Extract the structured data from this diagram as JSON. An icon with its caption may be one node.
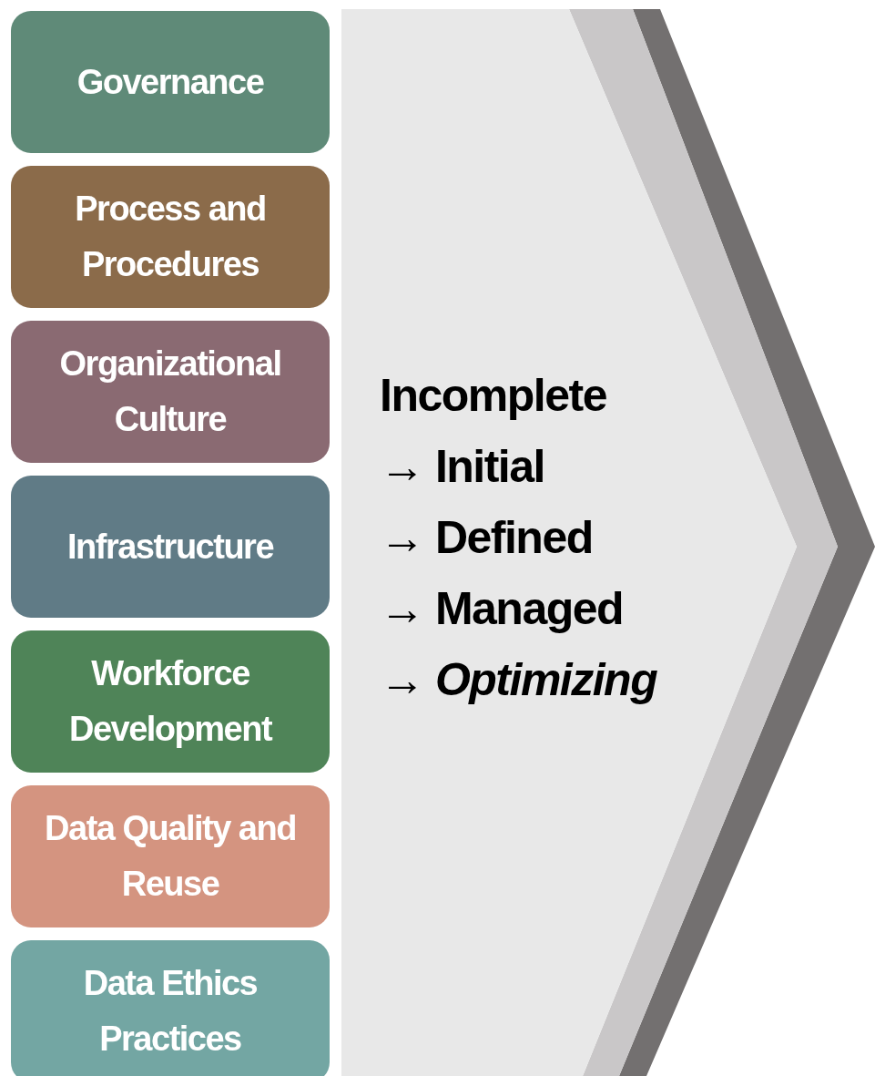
{
  "diagram": {
    "nodes": [
      {
        "text": [
          "Governance"
        ]
      },
      {
        "text": [
          "Process and Procedures"
        ]
      },
      {
        "text": [
          "Organizational Culture"
        ]
      },
      {
        "text": [
          "Infrastructure"
        ]
      },
      {
        "text": [
          "Workforce Development"
        ]
      },
      {
        "text": [
          "Data Quality and Reuse"
        ]
      },
      {
        "text": [
          "Data Ethics Practices"
        ]
      },
      {
        "text": [
          "Incomplete",
          "→ Initial",
          "→ Defined",
          "→ Managed",
          "→ *Optimizing*"
        ]
      }
    ]
  }
}
